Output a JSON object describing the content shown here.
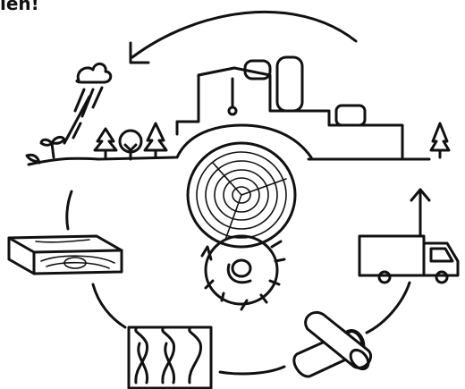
{
  "title_fragment": "len!",
  "stages": [
    {
      "name": "forest-growth",
      "icon": "rain-cloud-seedling-icon"
    },
    {
      "name": "sawmill",
      "icon": "factory-saw-log-icon"
    },
    {
      "name": "transport",
      "icon": "truck-icon"
    },
    {
      "name": "raw-logs",
      "icon": "logs-icon"
    },
    {
      "name": "insulation",
      "icon": "wood-fibre-insulation-icon"
    },
    {
      "name": "timber-board",
      "icon": "board-icon"
    }
  ],
  "colors": {
    "line": "#111111",
    "background": "#ffffff"
  }
}
